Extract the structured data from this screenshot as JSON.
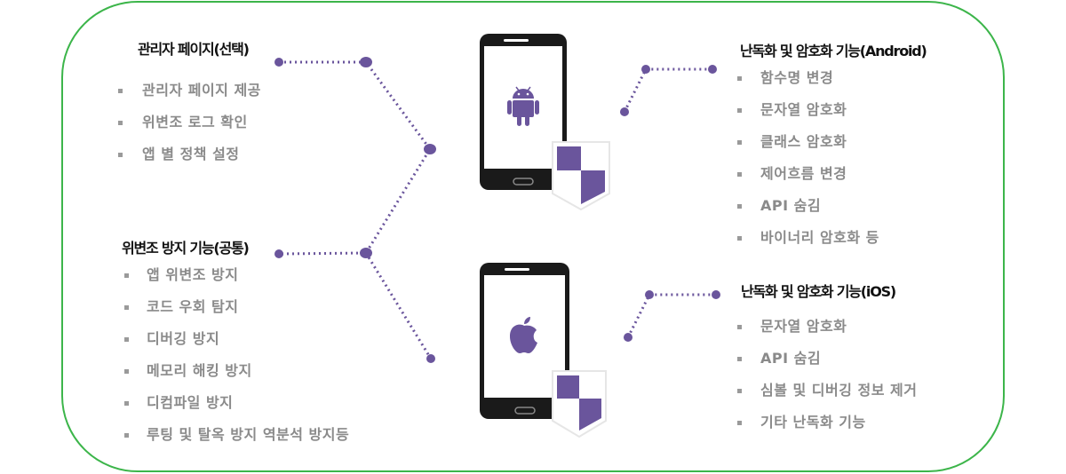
{
  "colors": {
    "border": "#3cb54a",
    "accent": "#6a559c",
    "text": "#8a8a8a"
  },
  "admin": {
    "title": "관리자 페이지(선택)",
    "items": [
      "관리자 페이지 제공",
      "위변조 로그 확인",
      "앱 별 정책 설정"
    ]
  },
  "tamper": {
    "title": "위변조 방지 기능(공통)",
    "items": [
      "앱 위변조 방지",
      "코드 우회 탐지",
      "디버깅 방지",
      "메모리 해킹 방지",
      "디컴파일 방지",
      "루팅 및 탈옥 방지 역분석 방지등"
    ]
  },
  "android": {
    "title": "난독화 및 암호화 기능(Android)",
    "icon": "android-icon",
    "items": [
      "함수명 변경",
      "문자열 암호화",
      "클래스 암호화",
      "제어흐름 변경",
      "API 숨김",
      "바이너리 암호화 등"
    ]
  },
  "ios": {
    "title": "난독화 및 암호화 기능(iOS)",
    "icon": "apple-icon",
    "items": [
      "문자열 암호화",
      "API 숨김",
      "심볼 및 디버깅 정보 제거",
      "기타 난독화 기능"
    ]
  }
}
